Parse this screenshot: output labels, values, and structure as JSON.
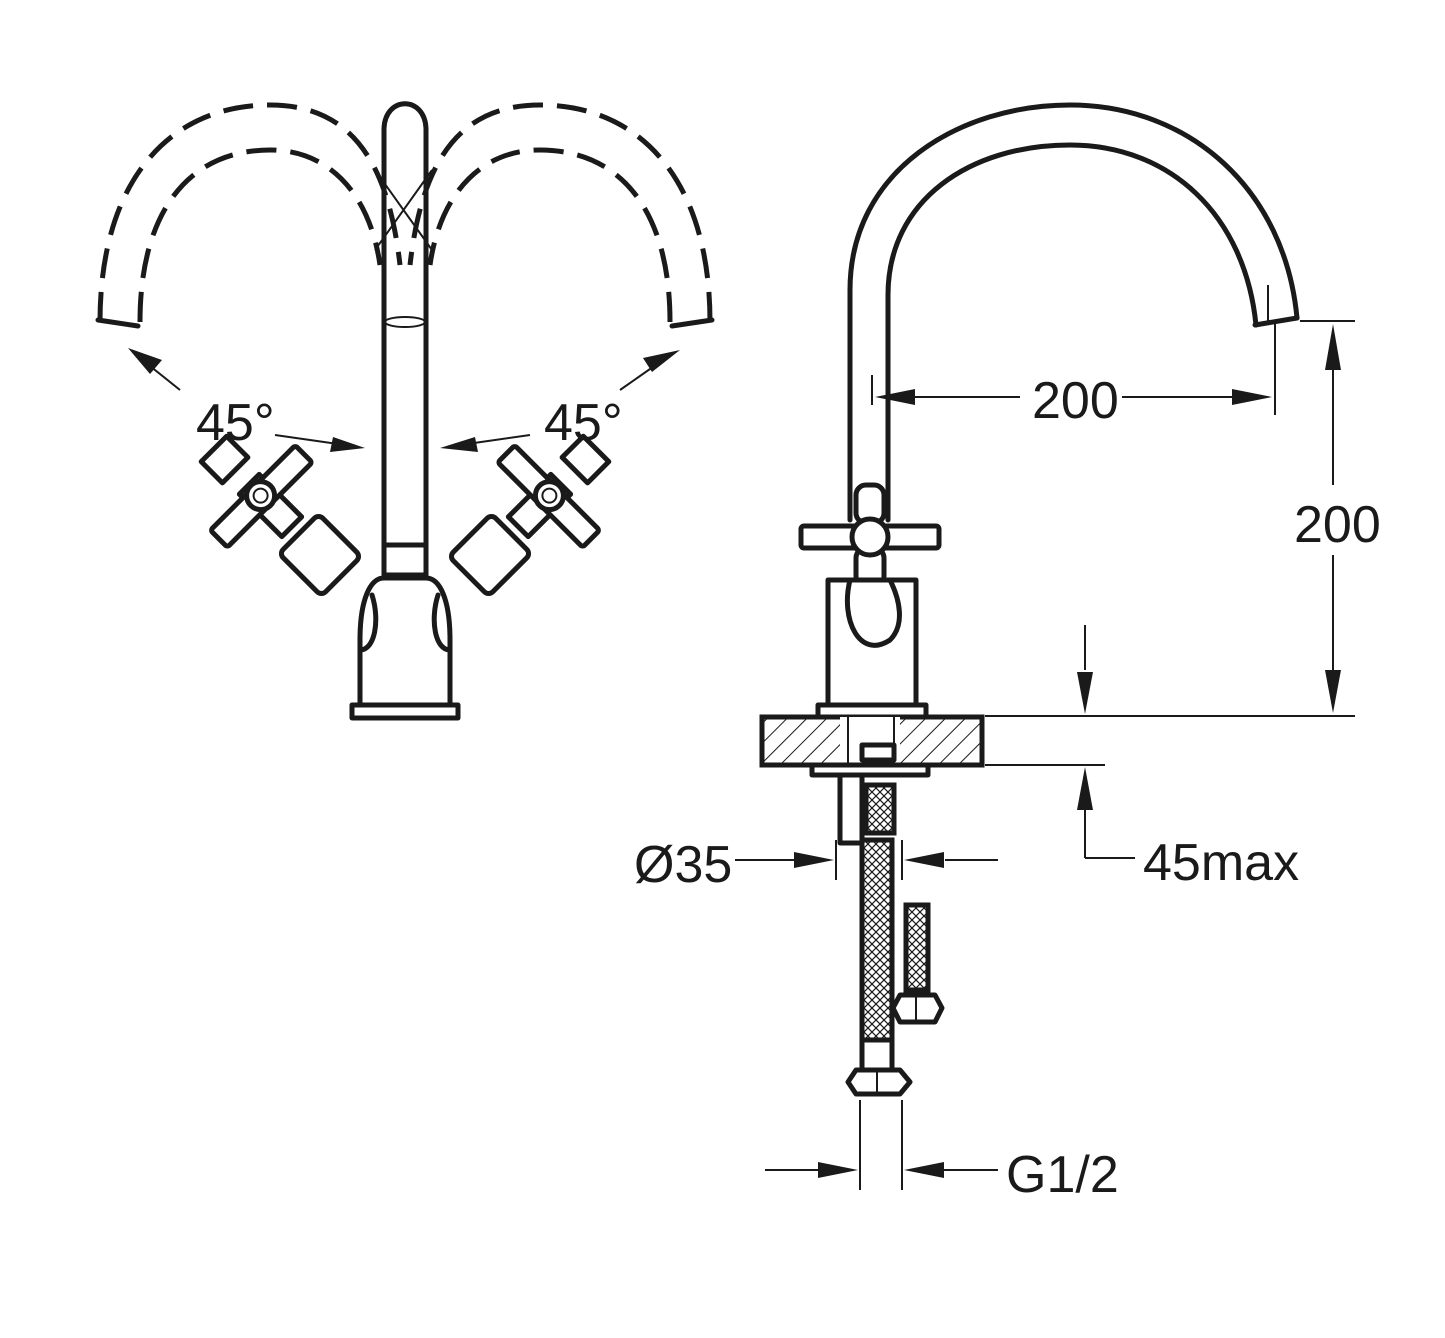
{
  "front_view": {
    "angle_left": "45°",
    "angle_right": "45°"
  },
  "side_view": {
    "spout_reach": "200",
    "spout_height": "200",
    "base_diameter": "Ø35",
    "deck_thickness": "45max",
    "connection_thread": "G1/2"
  }
}
